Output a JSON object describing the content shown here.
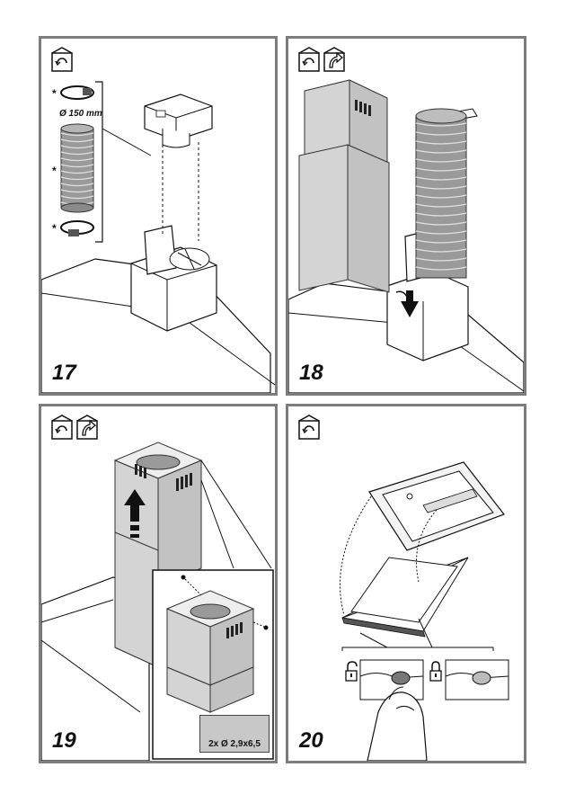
{
  "steps": [
    {
      "number": "17",
      "icons": [
        "recirculation-mode-icon"
      ]
    },
    {
      "number": "18",
      "icons": [
        "recirculation-mode-icon",
        "extraction-mode-icon"
      ]
    },
    {
      "number": "19",
      "icons": [
        "recirculation-mode-icon",
        "extraction-mode-icon"
      ]
    },
    {
      "number": "20",
      "icons": [
        "recirculation-mode-icon"
      ]
    }
  ],
  "step17": {
    "duct_diameter": "Ø 150 mm",
    "marker": "*"
  },
  "step19": {
    "screw_spec": "2x Ø 2,9x6,5"
  },
  "colors": {
    "border": "#7d7d7d",
    "chimney_fill": "#d4d4d4",
    "duct_fill": "#9a9a9a"
  }
}
